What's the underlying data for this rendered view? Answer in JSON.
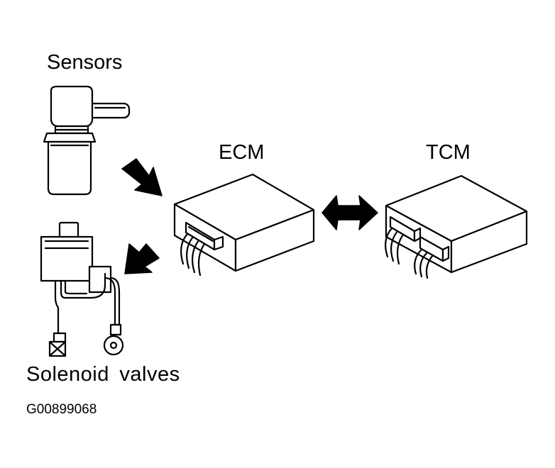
{
  "labels": {
    "sensors": "Sensors",
    "ecm": "ECM",
    "tcm": "TCM",
    "solenoid_valves": "Solenoid valves",
    "figure_code": "G00899068"
  },
  "colors": {
    "ink": "#000000",
    "background": "#ffffff"
  }
}
